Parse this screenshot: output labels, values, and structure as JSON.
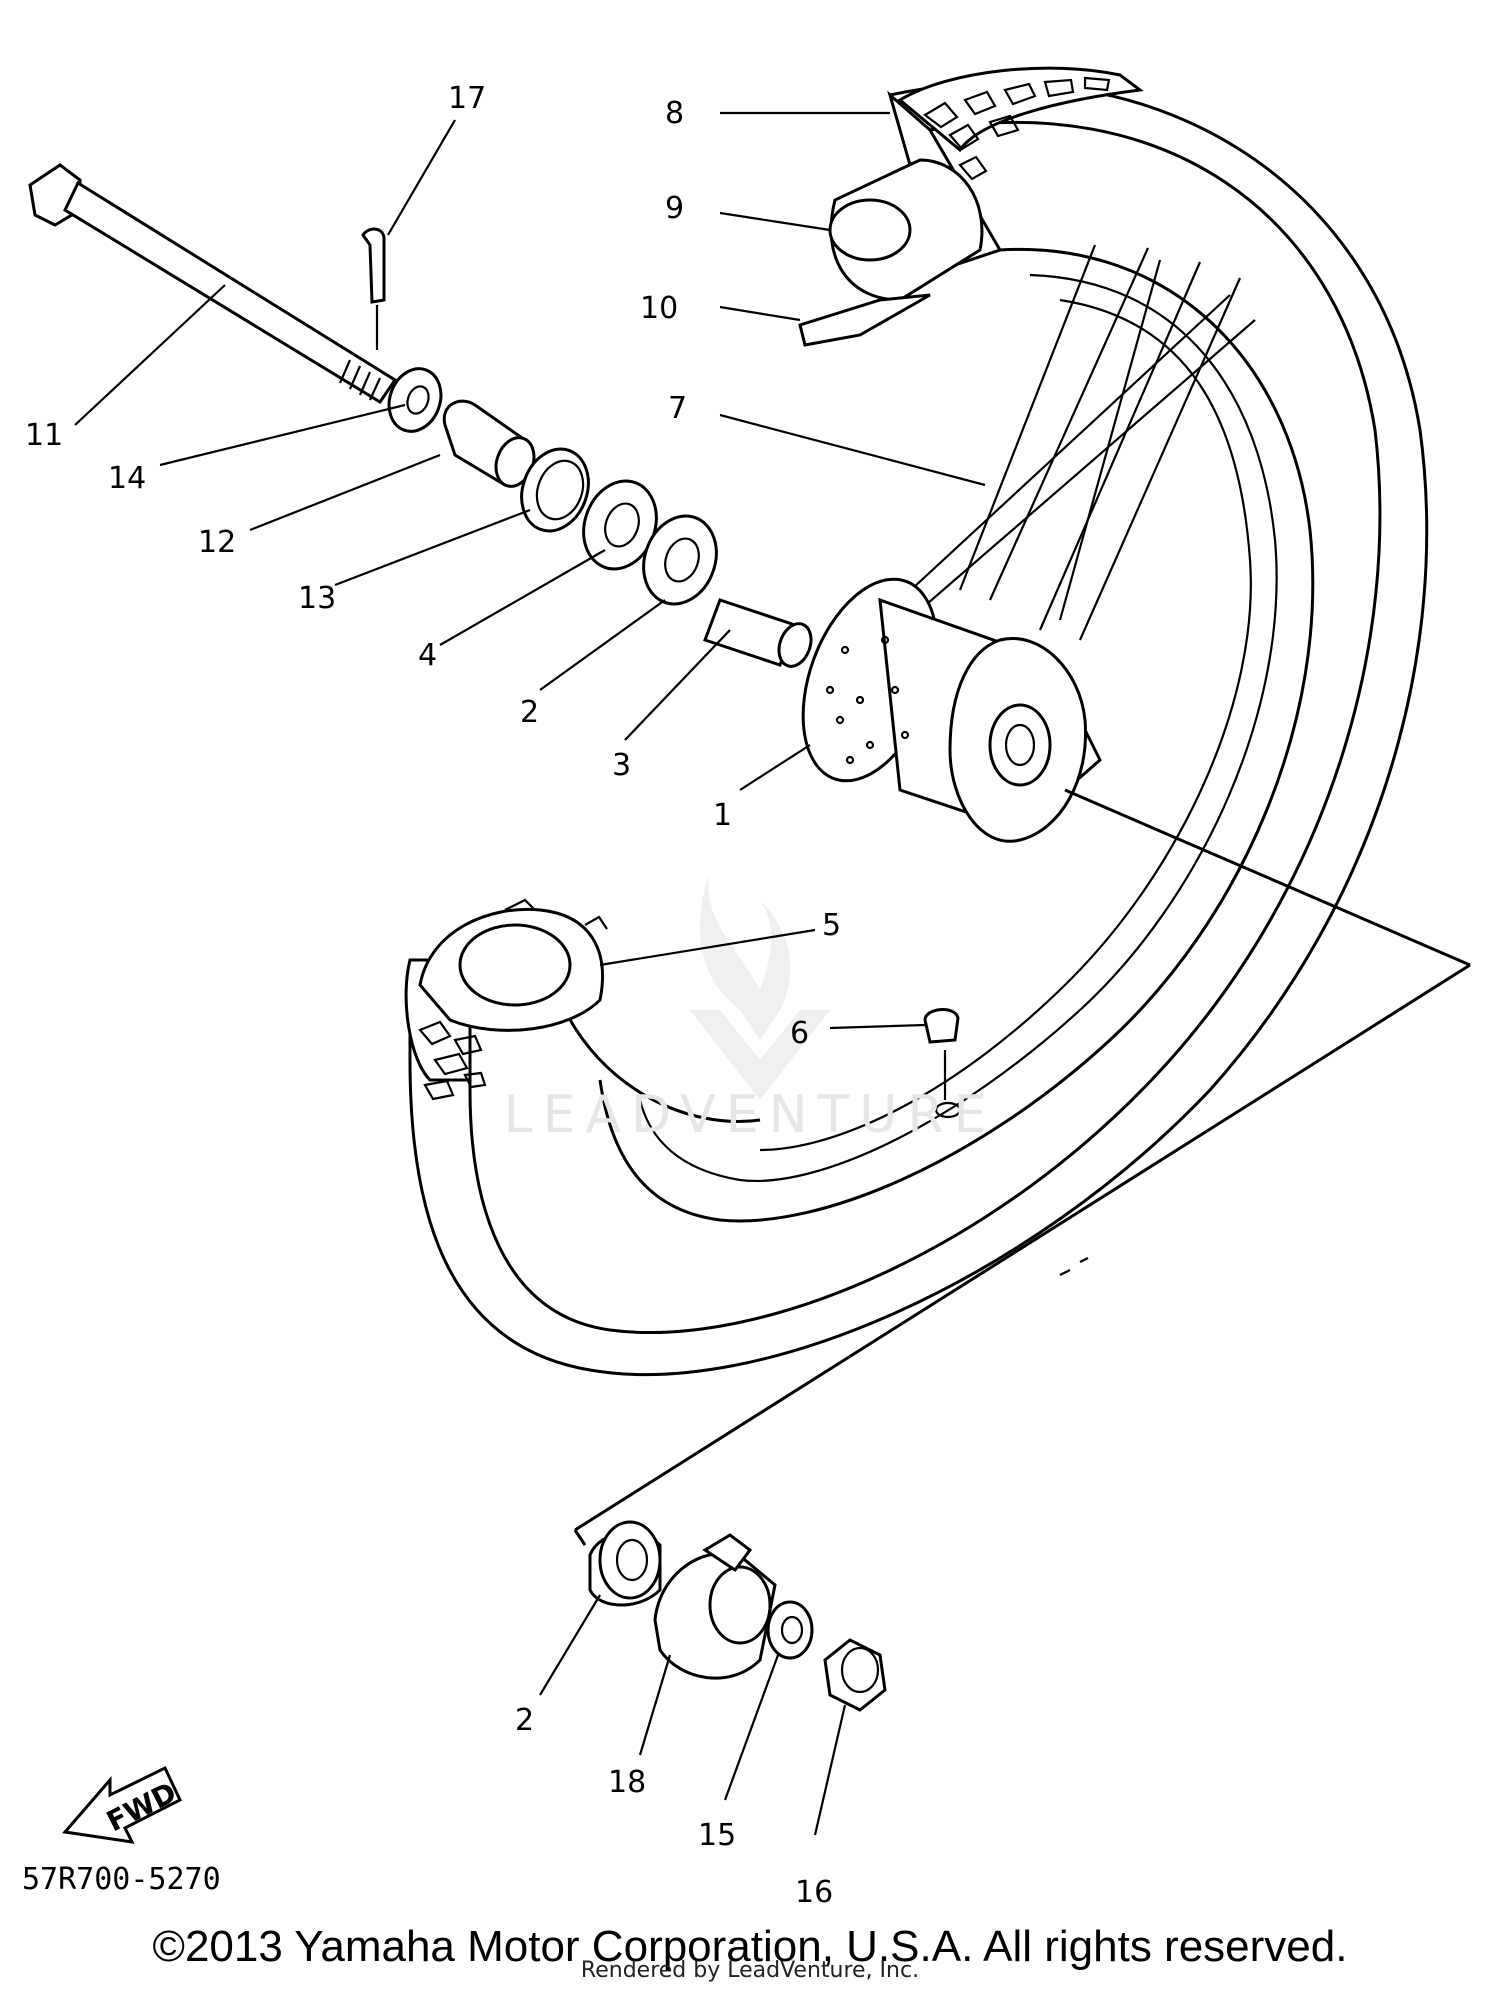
{
  "document": {
    "part_code": "57R700-5270",
    "copyright": "©2013 Yamaha Motor Corporation, U.S.A. All rights reserved.",
    "rendered_by": "Rendered by LeadVenture, Inc.",
    "watermark": "LEADVENTURE",
    "fwd_label": "FWD"
  },
  "callouts": [
    "17",
    "8",
    "9",
    "10",
    "11",
    "7",
    "14",
    "12",
    "13",
    "4",
    "2",
    "3",
    "1",
    "5",
    "6",
    "2",
    "18",
    "15",
    "16"
  ]
}
